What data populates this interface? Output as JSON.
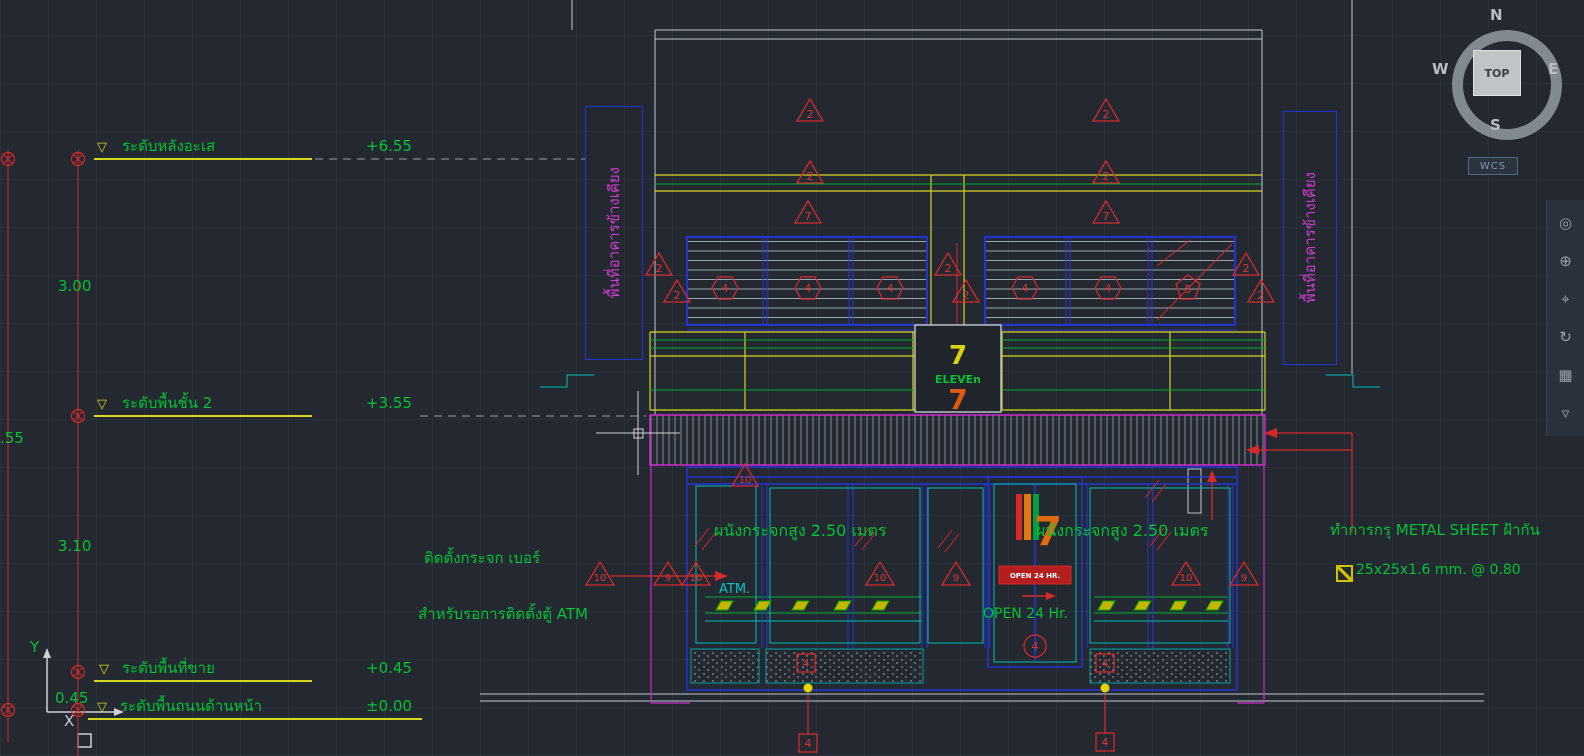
{
  "ui": {
    "compass": {
      "n": "N",
      "w": "W",
      "e": "E",
      "s": "S",
      "top": "TOP"
    },
    "wcs": "WCS",
    "nav_icons": {
      "navigation_wheel": "◎",
      "zoom": "⊕",
      "center": "⌖",
      "orbit": "↻",
      "viewcube": "▦",
      "more": "▿"
    }
  },
  "levels": [
    {
      "symbol": "▽",
      "label": "ระดับหลังอะเส",
      "value": "+6.55"
    },
    {
      "symbol": "▽",
      "label": "ระดับพื้นชั้น 2",
      "value": "+3.55"
    },
    {
      "symbol": "▽",
      "label": "ระดับพื้นที่ขาย",
      "value": "+0.45"
    },
    {
      "symbol": "▽",
      "label": "ระดับพื้นถนนด้านหน้า",
      "value": "±0.00"
    }
  ],
  "dims": {
    "floor2_height": "3.00",
    "floor1_height": "3.10",
    "plinth": "0.45",
    "left_partial": ".55"
  },
  "side_labels": {
    "left": "พื้นที่อาคารข้างเคียง",
    "right": "พื้นที่อาคารข้างเคียง"
  },
  "notes": {
    "glass_left": "ผนังกระจกสูง 2.50 เมตร",
    "glass_right": "ผนังกระจกสูง 2.50 เมตร",
    "install_line1": "ติดตั้งกระจก เบอร์",
    "install_line2": "สำหรับรอการติดตั้งตู้ ATM",
    "atm": "ATM.",
    "open24": "OPEN 24 Hr.",
    "metal_line1": "ทำการกรุ METAL SHEET ฝ้ากัน",
    "metal_line2": "25x25x1.6 mm. @ 0.80"
  },
  "logo": {
    "seven": "7",
    "eleven": "ELEVEn",
    "door_sign": "OPEN 24 HR."
  },
  "markers": {
    "two": "2",
    "seven": "7",
    "four": "4",
    "five": "5",
    "nine": "9",
    "ten": "10"
  },
  "axis": {
    "x": "X",
    "y": "Y"
  }
}
